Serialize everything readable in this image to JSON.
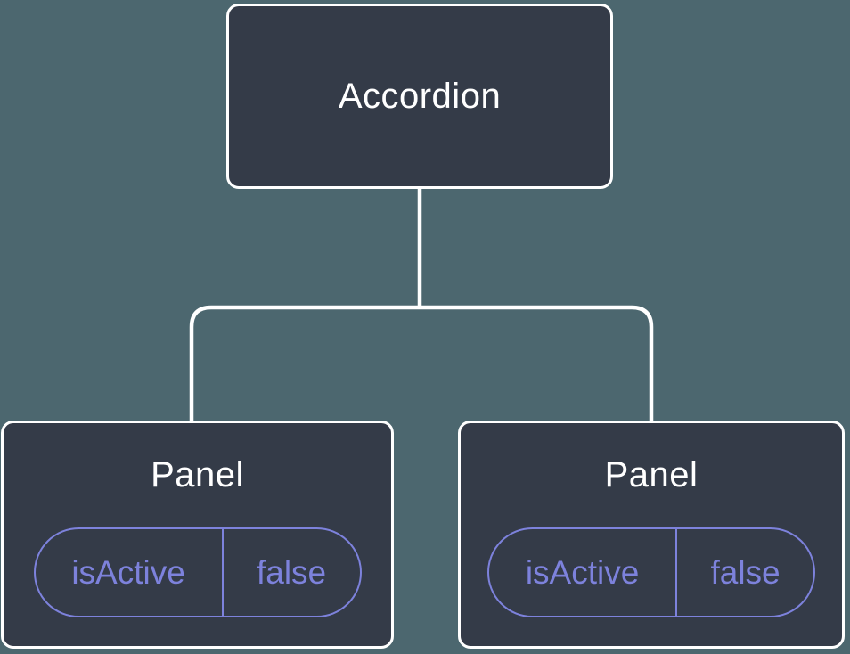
{
  "tree": {
    "root": {
      "label": "Accordion"
    },
    "children": [
      {
        "label": "Panel",
        "state": {
          "key": "isActive",
          "value": "false"
        }
      },
      {
        "label": "Panel",
        "state": {
          "key": "isActive",
          "value": "false"
        }
      }
    ]
  },
  "colors": {
    "background": "#4C676F",
    "node_fill": "#343B48",
    "node_border": "#FFFFFF",
    "node_text": "#FFFFFF",
    "connector": "#FFFFFF",
    "state_accent": "#7D82DC"
  }
}
